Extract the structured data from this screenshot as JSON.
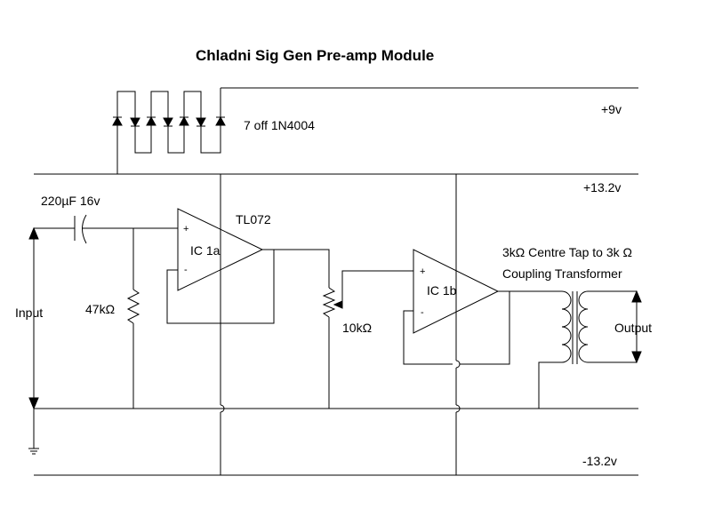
{
  "title": "Chladni Sig Gen Pre-amp Module",
  "rails": {
    "plus9": "+9v",
    "plus13": "+13.2v",
    "minus13": "-13.2v"
  },
  "diodes": {
    "label": "7 off 1N4004",
    "count": 7
  },
  "input_cap": "220µF 16v",
  "input_resistor": "47kΩ",
  "opamp_a": {
    "chip": "TL072",
    "name": "IC 1a",
    "plus": "+",
    "minus": "-"
  },
  "opamp_b": {
    "name": "IC 1b",
    "plus": "+",
    "minus": "-"
  },
  "pot": "10kΩ",
  "transformer": {
    "line1": "3kΩ Centre Tap to 3k Ω",
    "line2": "Coupling Transformer"
  },
  "input_label": "Input",
  "output_label": "Output"
}
